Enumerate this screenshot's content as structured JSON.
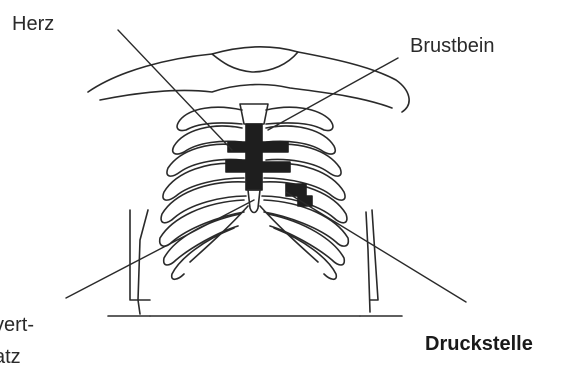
{
  "labels": {
    "heart": "Herz",
    "sternum": "Brustbein",
    "pressure_point": "Druckstelle",
    "xiphoid_line1": "vert-",
    "xiphoid_line2": "atz"
  },
  "colors": {
    "ink": "#2a2a2a",
    "background": "#ffffff"
  }
}
